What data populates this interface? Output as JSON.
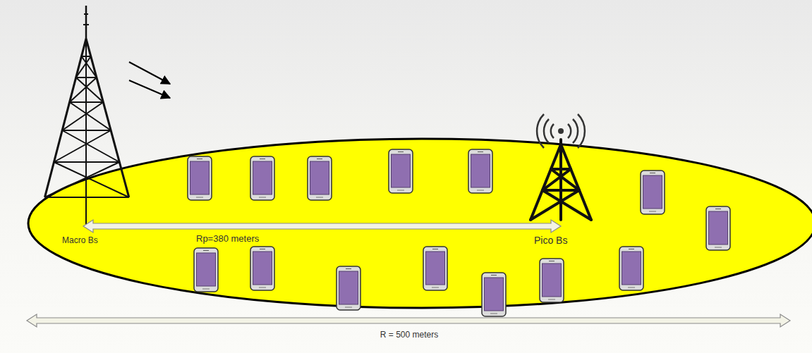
{
  "diagram": {
    "labels": [
      "Macro Bs",
      "Rp=380 meters",
      "Pico Bs",
      "R = 500 meters"
    ]
  }
}
